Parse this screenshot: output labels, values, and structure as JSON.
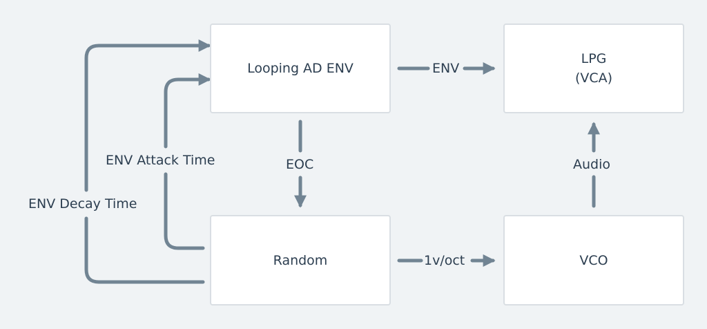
{
  "modules": {
    "looping_env": "Looping AD ENV",
    "lpg_line1": "LPG",
    "lpg_line2": "(VCA)",
    "random": "Random",
    "vco": "VCO"
  },
  "connections": {
    "env": "ENV",
    "eoc": "EOC",
    "audio": "Audio",
    "pitch": "1v/oct",
    "attack": "ENV Attack Time",
    "decay": "ENV Decay Time"
  },
  "colors": {
    "background": "#f0f3f5",
    "wire": "#718493",
    "text": "#2c3e50"
  }
}
